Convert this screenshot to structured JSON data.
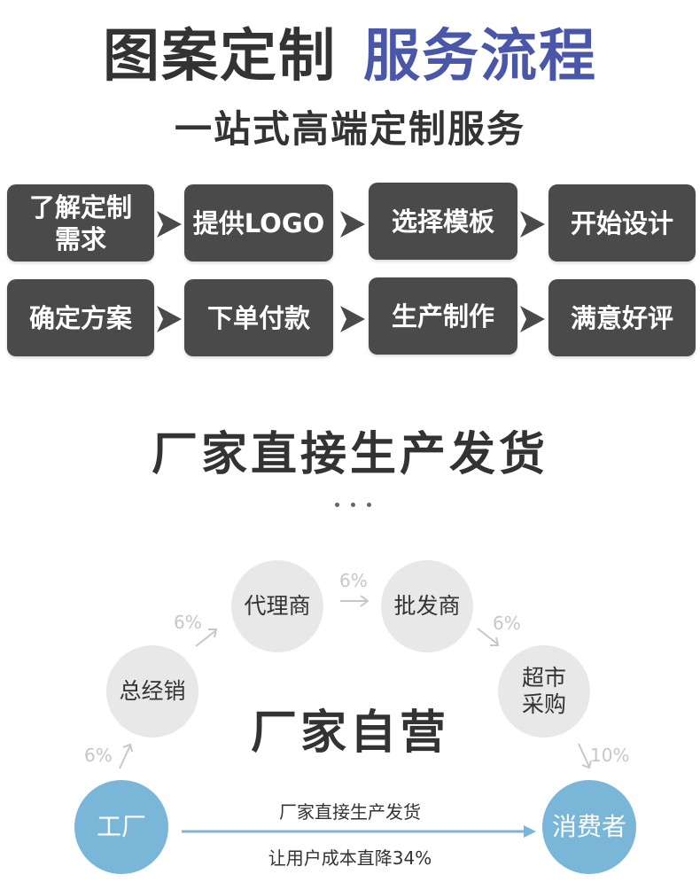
{
  "header": {
    "title_part1": "图案定制",
    "title_part2": "服务流程",
    "subtitle": "一站式高端定制服务"
  },
  "steps": [
    {
      "label": "了解定制需求"
    },
    {
      "label": "提供LOGO"
    },
    {
      "label": "选择模板"
    },
    {
      "label": "开始设计"
    },
    {
      "label": "确定方案"
    },
    {
      "label": "下单付款"
    },
    {
      "label": "生产制作"
    },
    {
      "label": "满意好评"
    }
  ],
  "section": {
    "title": "厂家直接生产发货"
  },
  "distribution": {
    "nodes": {
      "factory": "工厂",
      "general_distributor": "总经销",
      "agent": "代理商",
      "wholesaler": "批发商",
      "supermarket": "超市采购",
      "consumer": "消费者"
    },
    "percents": {
      "factory_to_general": "6%",
      "general_to_agent": "6%",
      "agent_to_wholesaler": "6%",
      "wholesaler_to_supermarket": "6%",
      "supermarket_to_consumer": "10%"
    },
    "center_title": "厂家自营",
    "direct_line_top": "厂家直接生产发货",
    "direct_line_bottom": "让用户成本直降34%"
  },
  "colors": {
    "accent_blue": "#4a57a8",
    "step_box": "#4a4a4a",
    "node_gray": "#e8e8e8",
    "node_blue": "#7ab6d8",
    "percent_gray": "#c7c7c7"
  }
}
